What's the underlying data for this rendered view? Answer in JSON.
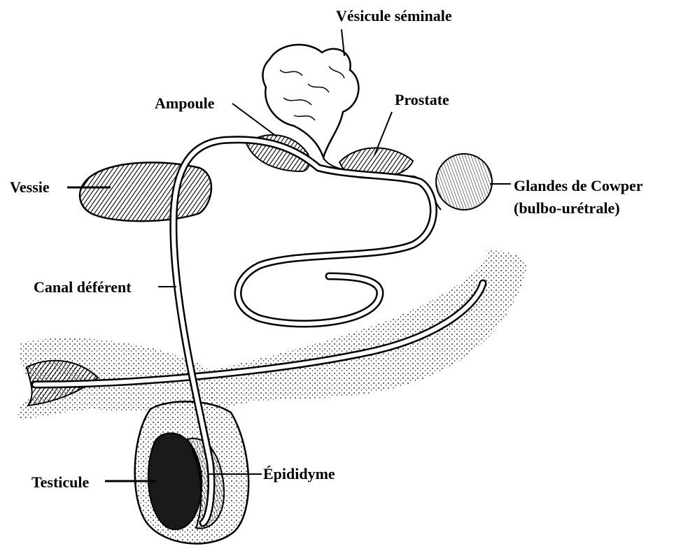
{
  "labels": {
    "vesicule_seminale": "Vésicule séminale",
    "ampoule": "Ampoule",
    "prostate": "Prostate",
    "vessie": "Vessie",
    "glandes_line1": "Glandes de Cowper",
    "glandes_line2": "(bulbo-urétrale)",
    "canal_deferent": "Canal déférent",
    "testicule": "Testicule",
    "epididyme": "Épididyme"
  },
  "colors": {
    "ink": "#000000",
    "paper": "#ffffff"
  }
}
